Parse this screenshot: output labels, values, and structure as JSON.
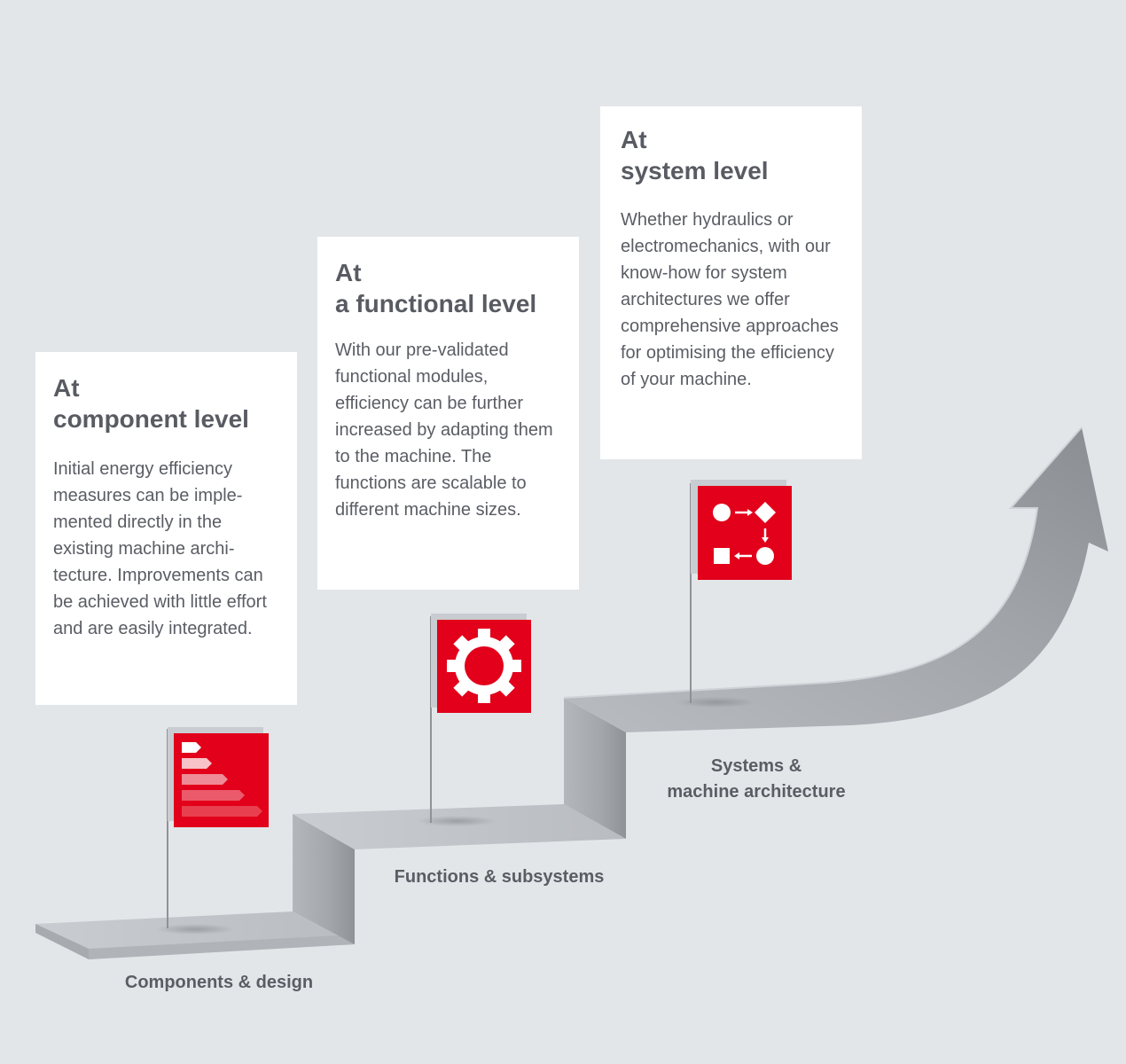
{
  "cards": {
    "component": {
      "title_line1": "At",
      "title_line2": "component level",
      "body": "Initial energy efficiency measures can be imple-mented directly in the existing machine archi-tecture. Improvements can be achieved with little effort and are easily integrated."
    },
    "functional": {
      "title_line1": "At",
      "title_line2": "a functional level",
      "body": "With our pre-validated functional modules, efficiency can be further increased by adapting them to the machine. The functions are scalable to different machine sizes."
    },
    "system": {
      "title_line1": "At",
      "title_line2": "system level",
      "body": "Whether hydraulics or electromechanics, with our know-how for system architectures we offer comprehensive approaches for optimising the efficiency of your machine."
    }
  },
  "steps": {
    "components": "Components & design",
    "functions": "Functions & subsystems",
    "systems_line1": "Systems &",
    "systems_line2": "machine architecture"
  },
  "flags": [
    {
      "icon": "energy-rating-icon",
      "color": "#e2001a"
    },
    {
      "icon": "gear-icon",
      "color": "#e2001a"
    },
    {
      "icon": "process-flow-icon",
      "color": "#e2001a"
    }
  ],
  "colors": {
    "background": "#e3e6e9",
    "card": "#ffffff",
    "accent": "#e2001a",
    "text": "#5a5d64"
  }
}
